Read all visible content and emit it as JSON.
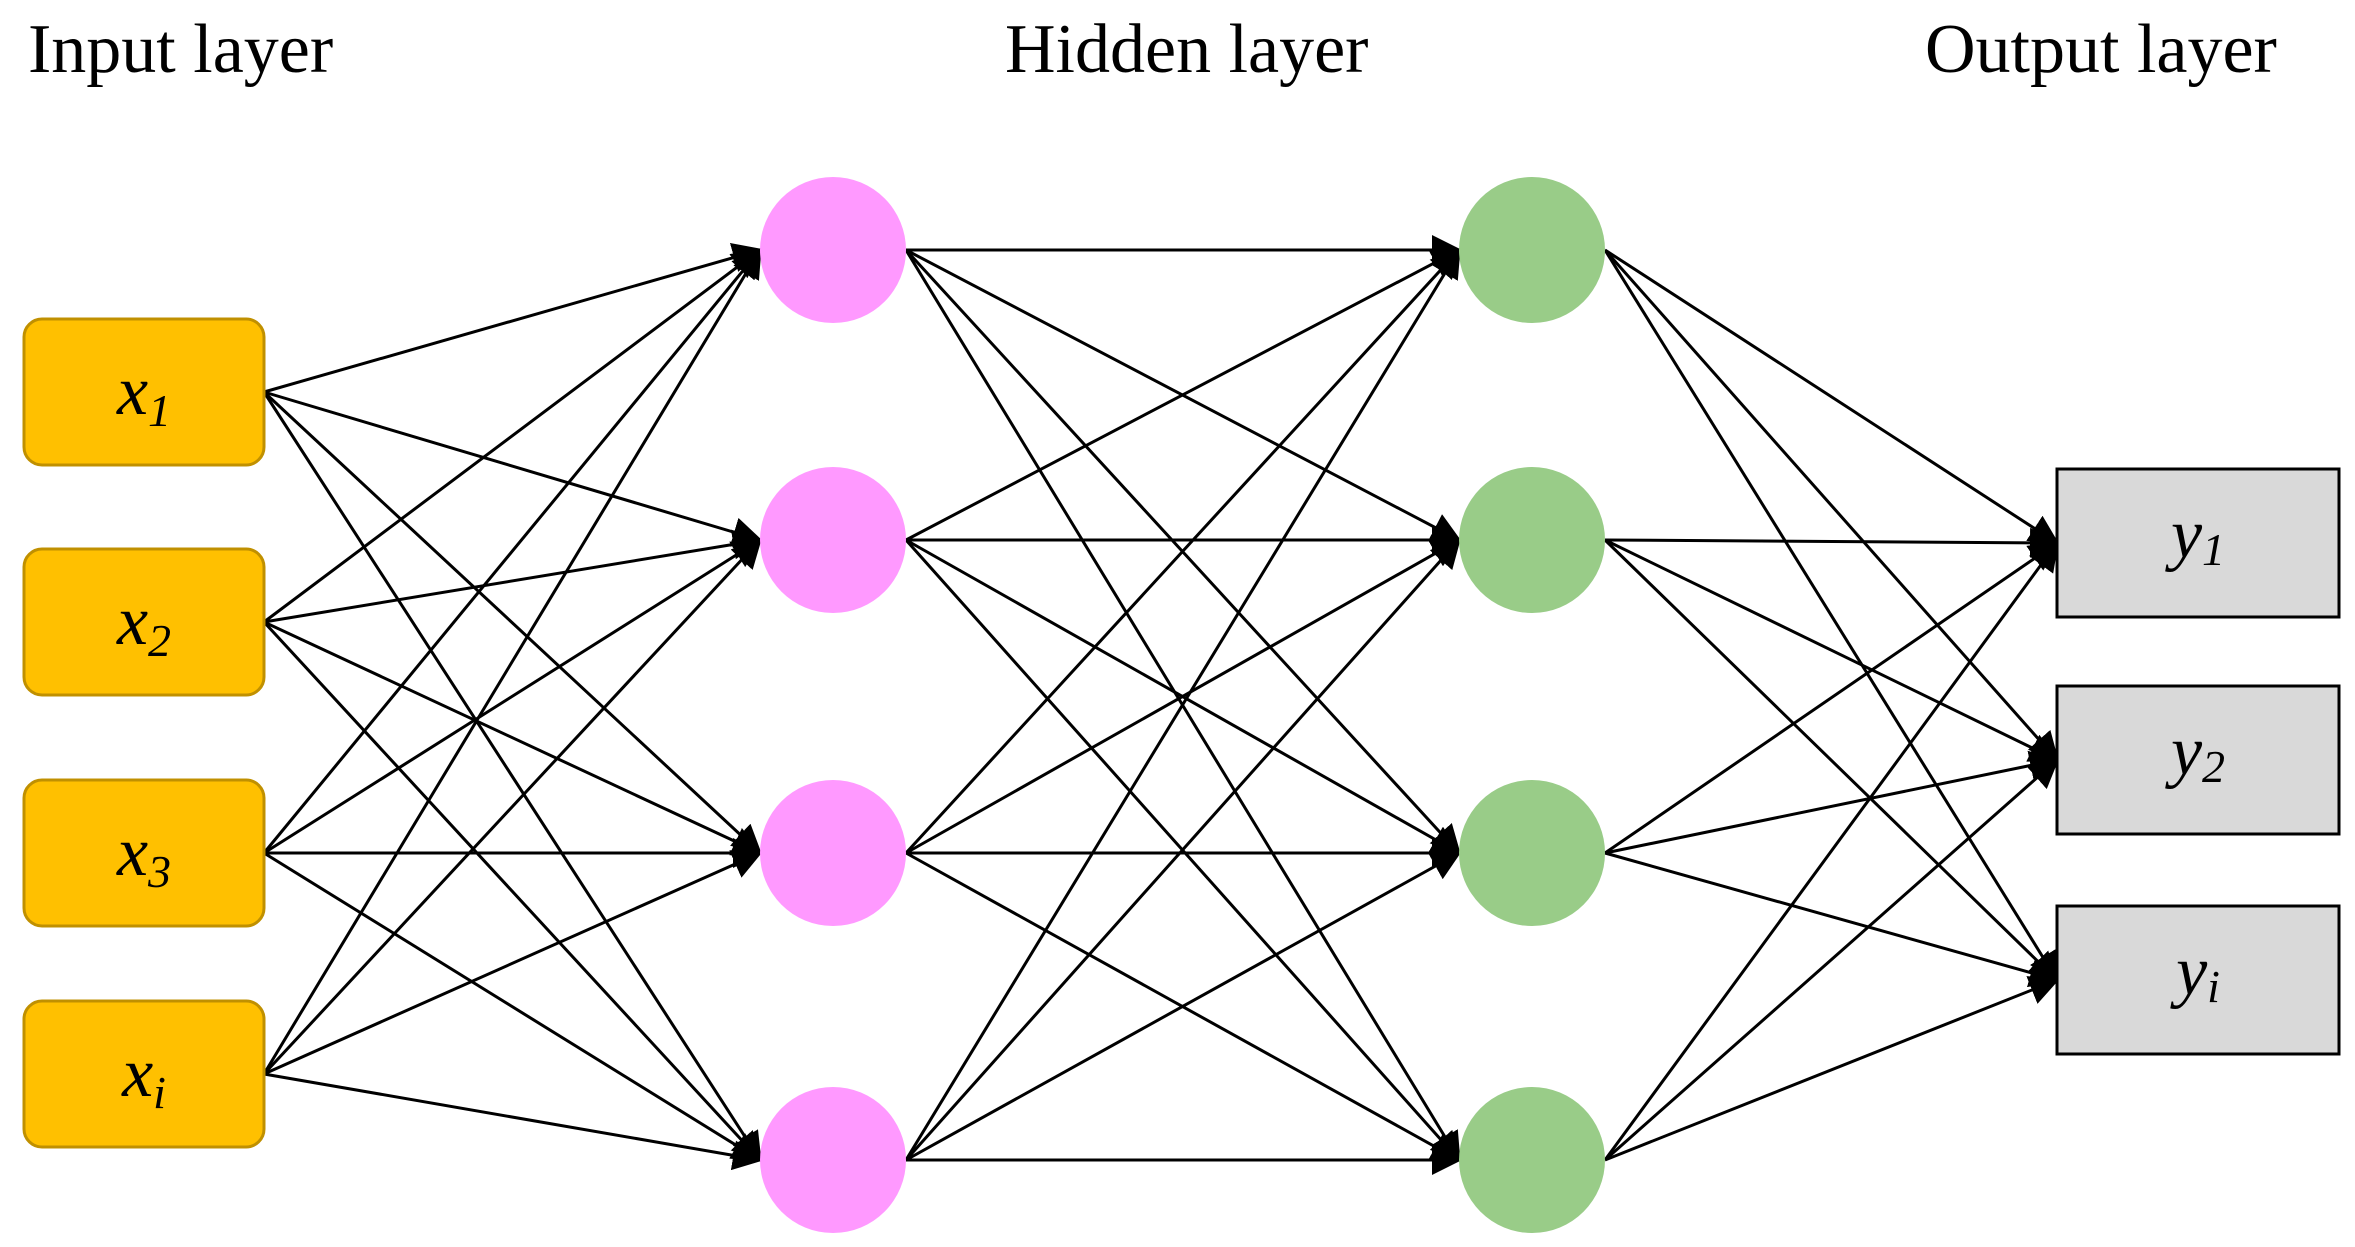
{
  "titles": {
    "input": "Input layer",
    "hidden": "Hidden layer",
    "output": "Output layer"
  },
  "colors": {
    "input_fill": "#FFC000",
    "input_stroke": "#C09000",
    "hidden1_fill": "#FF99FF",
    "hidden2_fill": "#99CC88",
    "output_fill": "#D9D9D9",
    "output_stroke": "#000000",
    "edge": "#000000"
  },
  "input_nodes": [
    {
      "var": "x",
      "sub": "1"
    },
    {
      "var": "x",
      "sub": "2"
    },
    {
      "var": "x",
      "sub": "3"
    },
    {
      "var": "x",
      "sub": "i"
    }
  ],
  "hidden1_count": 4,
  "hidden2_count": 4,
  "output_nodes": [
    {
      "var": "y",
      "sub": "1"
    },
    {
      "var": "y",
      "sub": "2"
    },
    {
      "var": "y",
      "sub": "i"
    }
  ]
}
